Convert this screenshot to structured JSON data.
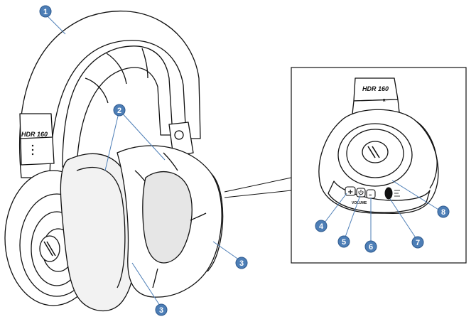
{
  "model_label": "HDR 160",
  "inset_model_label": "HDR 160",
  "inset_side_marker": "R",
  "volume_label": "VOLUME",
  "volume_plus_glyph": "+",
  "volume_minus_glyph": "–",
  "power_glyph": "⏻",
  "callouts": [
    "1",
    "2",
    "3",
    "3",
    "4",
    "5",
    "6",
    "7",
    "8"
  ],
  "colors": {
    "callout_fill": "#4d7eb6",
    "callout_stroke": "#2f5a8e",
    "line_art": "#111111",
    "cushion_shade": "#e6e6e6"
  },
  "icons": [
    "brand-logo-icon",
    "power-icon"
  ]
}
